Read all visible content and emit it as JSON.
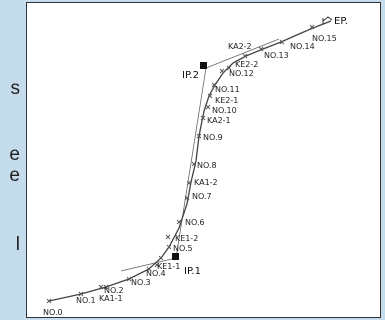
{
  "side_text": [
    "s",
    "e",
    "e",
    "l"
  ],
  "points": {
    "ep": "EP.",
    "ip2": "IP.2",
    "ip1": "IP.1",
    "no15": "NO.15",
    "no14": "NO.14",
    "no13": "NO.13",
    "ka2_2": "KA2-2",
    "ke2_2": "KE2-2",
    "no12": "NO.12",
    "no11": "NO.11",
    "ke2_1": "KE2-1",
    "no10": "NO.10",
    "ka2_1": "KA2-1",
    "no9": "NO.9",
    "no8": "NO.8",
    "ka1_2": "KA1-2",
    "no7": "NO.7",
    "no6": "NO.6",
    "ke1_2": "KE1-2",
    "no5": "NO.5",
    "ke1_1": "KE1-1",
    "no4": "NO.4",
    "no3": "NO.3",
    "no2": "NO.2",
    "ka1_1": "KA1-1",
    "no1": "NO.1",
    "no0": "NO.0"
  }
}
